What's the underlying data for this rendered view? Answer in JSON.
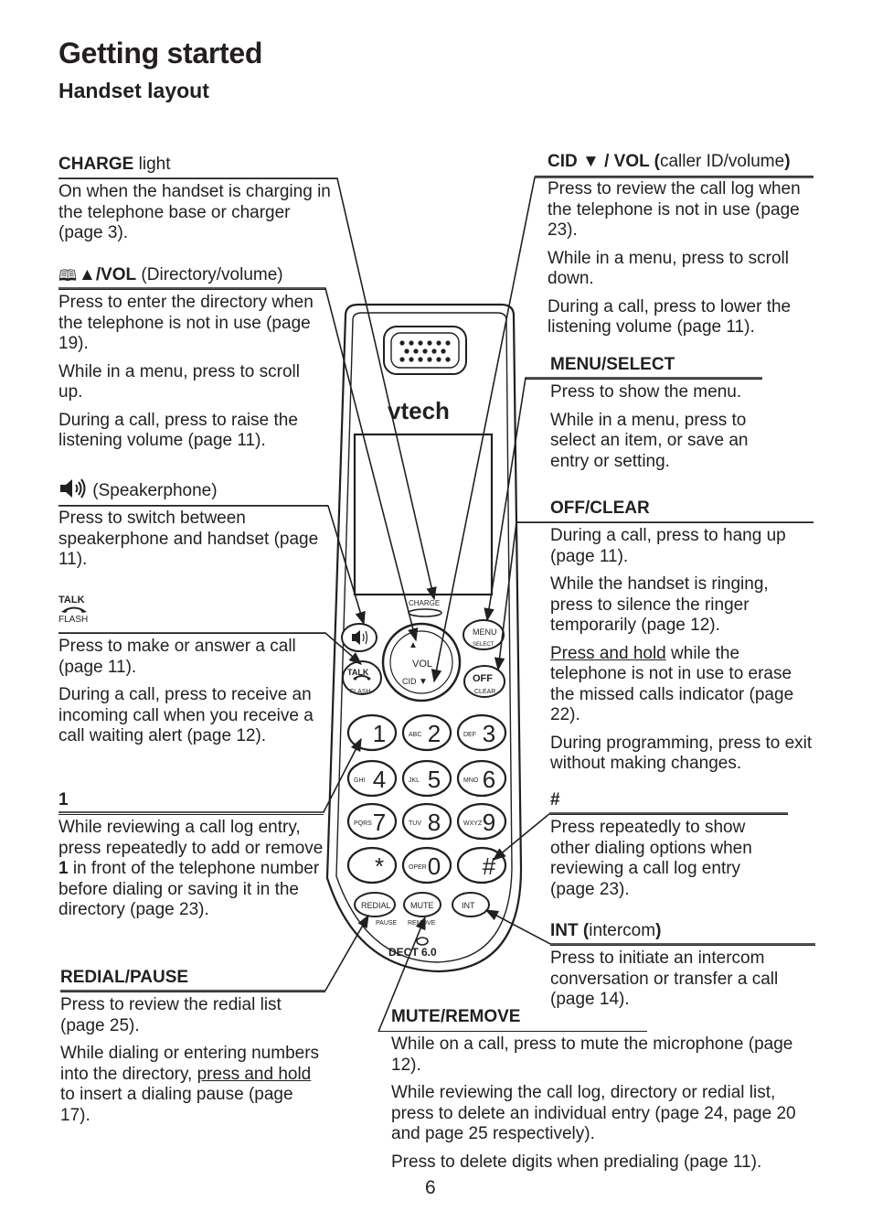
{
  "page": {
    "title": "Getting started",
    "subtitle": "Handset layout",
    "page_number": "6"
  },
  "left": {
    "charge": {
      "head_bold": "CHARGE",
      "head_rest": " light",
      "body": [
        "On when the handset is charging in the telephone base or charger (page 3)."
      ]
    },
    "dir_vol": {
      "head_bold": "/VOL",
      "head_rest": " (Directory/volume)",
      "body": [
        "Press to enter the directory when the telephone is not in use (page 19).",
        "While in a menu, press to scroll up.",
        "During a call, press to raise the listening volume (page 11)."
      ]
    },
    "speaker": {
      "head_rest": " (Speakerphone)",
      "body": [
        "Press to switch between speakerphone and handset (page 11)."
      ]
    },
    "talk": {
      "icon_top": "TALK",
      "icon_bottom": "FLASH",
      "body": [
        "Press to make or answer a call (page 11).",
        "During a call, press to receive an incoming call when you receive a call waiting alert (page 12)."
      ]
    },
    "one": {
      "head_bold": "1",
      "body_a": "While reviewing a call log entry, press repeatedly to add or remove ",
      "body_b": "1",
      "body_c": " in front of the telephone number before dialing or saving it in the directory (page 23)."
    },
    "redial": {
      "head_bold": "REDIAL/PAUSE",
      "body1": "Press to review the redial list (page 25).",
      "body2_a": "While dialing or entering numbers into the directory, ",
      "body2_u": "press and hold",
      "body2_b": " to insert a dialing pause (page 17)."
    }
  },
  "right": {
    "cid_vol": {
      "head_bold": "CID ▼ / VOL (",
      "head_rest": "caller ID/volume",
      "head_end": ")",
      "body": [
        "Press to review the call log when the telephone is not in use (page 23).",
        "While in a menu, press to scroll down.",
        "During a call, press to lower the listening volume (page 11)."
      ]
    },
    "menu": {
      "head_bold": "MENU/SELECT",
      "body": [
        "Press to show the menu.",
        "While in a menu, press to select an item, or save an entry or setting."
      ]
    },
    "off": {
      "head_bold": "OFF/CLEAR",
      "body1": "During a call, press to hang up (page 11).",
      "body2": "While the handset is ringing, press to silence the ringer temporarily (page 12).",
      "body3_u": "Press and hold",
      "body3_b": " while the telephone is not in use to erase the missed calls indicator (page 22).",
      "body4": "During programming, press to exit without making changes."
    },
    "hash": {
      "head_bold": "#",
      "body": [
        "Press repeatedly to show other dialing options when reviewing a call log entry (page 23)."
      ]
    },
    "int": {
      "head_bold": "INT (",
      "head_rest": "intercom",
      "head_end": ")",
      "body": [
        "Press to initiate an intercom conversation or transfer a call (page 14)."
      ]
    }
  },
  "bottom": {
    "mute": {
      "head_bold": "MUTE/REMOVE",
      "body": [
        "While on a call, press to mute the microphone (page 12).",
        "While reviewing the call log, directory or redial list, press to delete an individual entry (page 24, page 20 and page 25 respectively).",
        "Press to delete digits when predialing (page 11)."
      ]
    }
  },
  "phone": {
    "brand": "vtech",
    "charge_label": "CHARGE",
    "vol_label": "VOL",
    "cid_label": "CID",
    "menu_label": "MENU",
    "select_label": "SELECT",
    "talk_label": "TALK",
    "flash_label": "FLASH",
    "off_label": "OFF",
    "clear_label": "CLEAR",
    "keys": [
      {
        "num": "1",
        "letters": ""
      },
      {
        "num": "2",
        "letters": "ABC"
      },
      {
        "num": "3",
        "letters": "DEF"
      },
      {
        "num": "4",
        "letters": "GHI"
      },
      {
        "num": "5",
        "letters": "JKL"
      },
      {
        "num": "6",
        "letters": "MNO"
      },
      {
        "num": "7",
        "letters": "PQRS"
      },
      {
        "num": "8",
        "letters": "TUV"
      },
      {
        "num": "9",
        "letters": "WXYZ"
      },
      {
        "num": "*",
        "letters": ""
      },
      {
        "num": "0",
        "letters": "OPER"
      },
      {
        "num": "#",
        "letters": ""
      }
    ],
    "redial_label": "REDIAL",
    "pause_label": "PAUSE",
    "mute_label": "MUTE",
    "remove_label": "REMOVE",
    "int_label": "INT",
    "model_badge": "DECT 6.0"
  }
}
